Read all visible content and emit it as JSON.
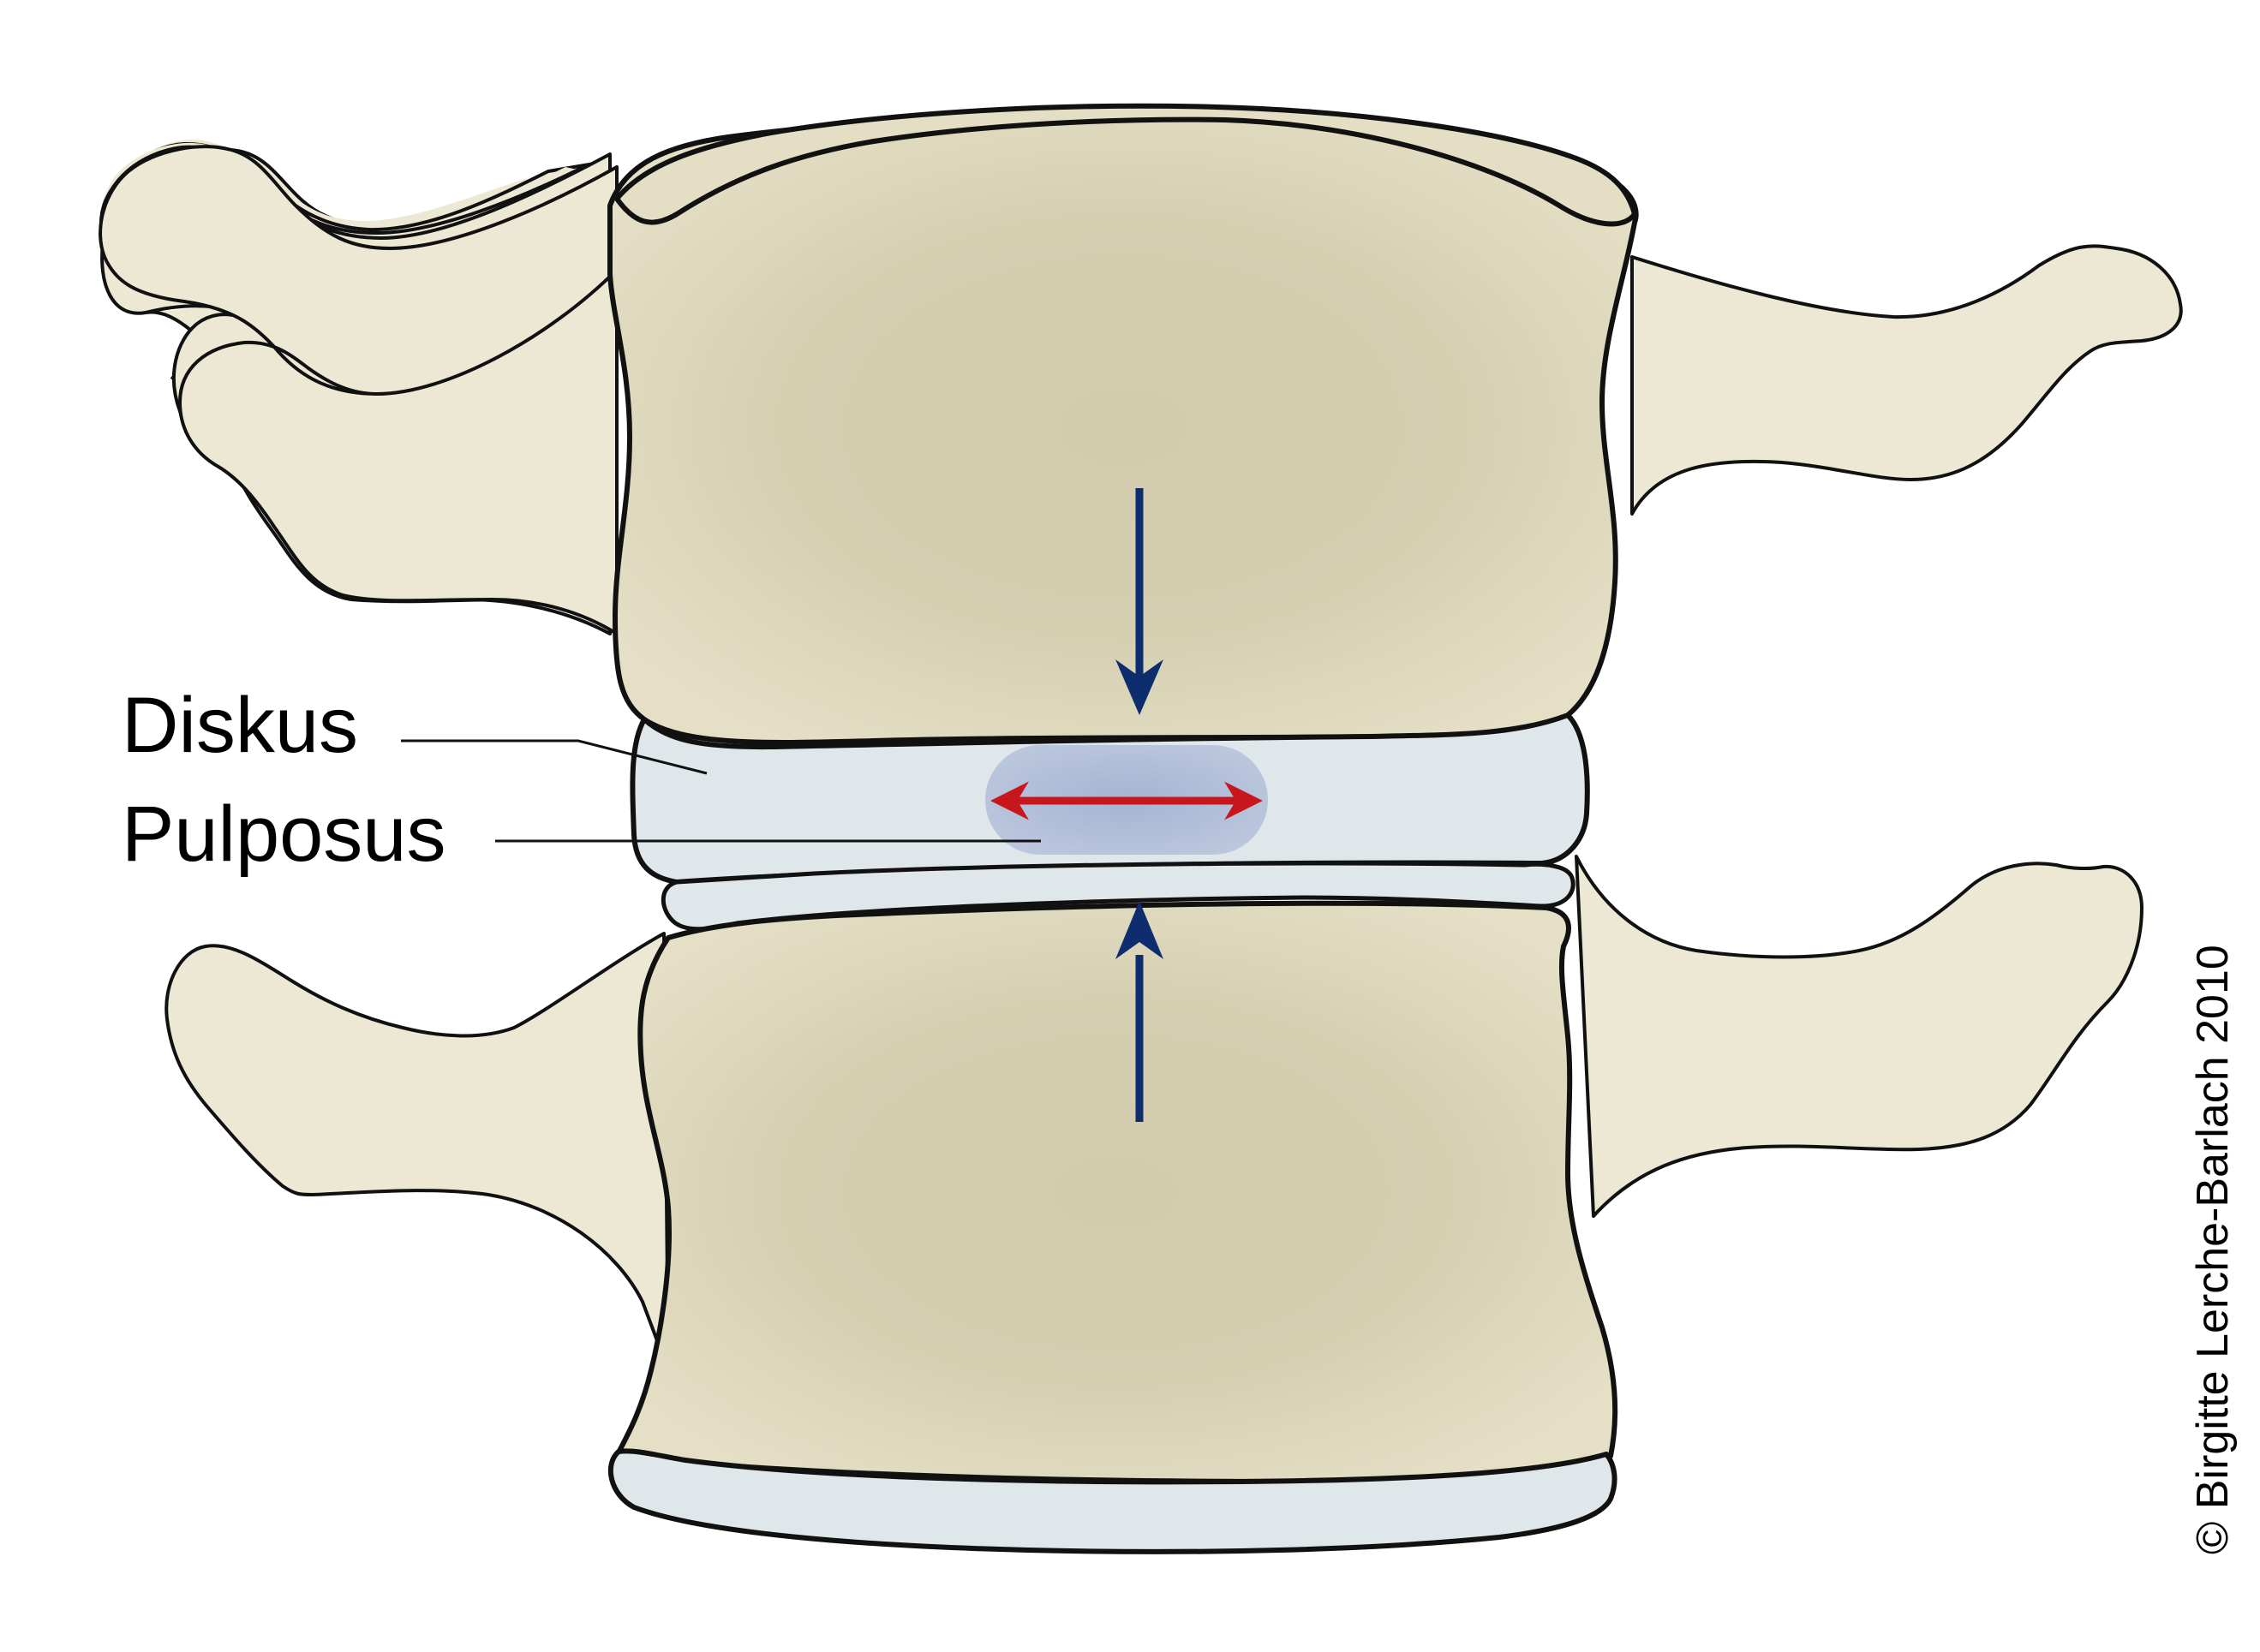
{
  "labels": {
    "disc": "Diskus",
    "nucleus": "Pulposus"
  },
  "copyright": "© Birgitte Lerche-Barlach 2010",
  "colors": {
    "bone": "#e4dec5",
    "bone_center": "#d3cdb0",
    "process": "#ece8d4",
    "disc": "#e0e7ea",
    "nucleus": "#a9b7d4",
    "compression_arrow": "#0e2d6e",
    "expansion_arrow": "#c8161d",
    "outline": "#111111"
  }
}
